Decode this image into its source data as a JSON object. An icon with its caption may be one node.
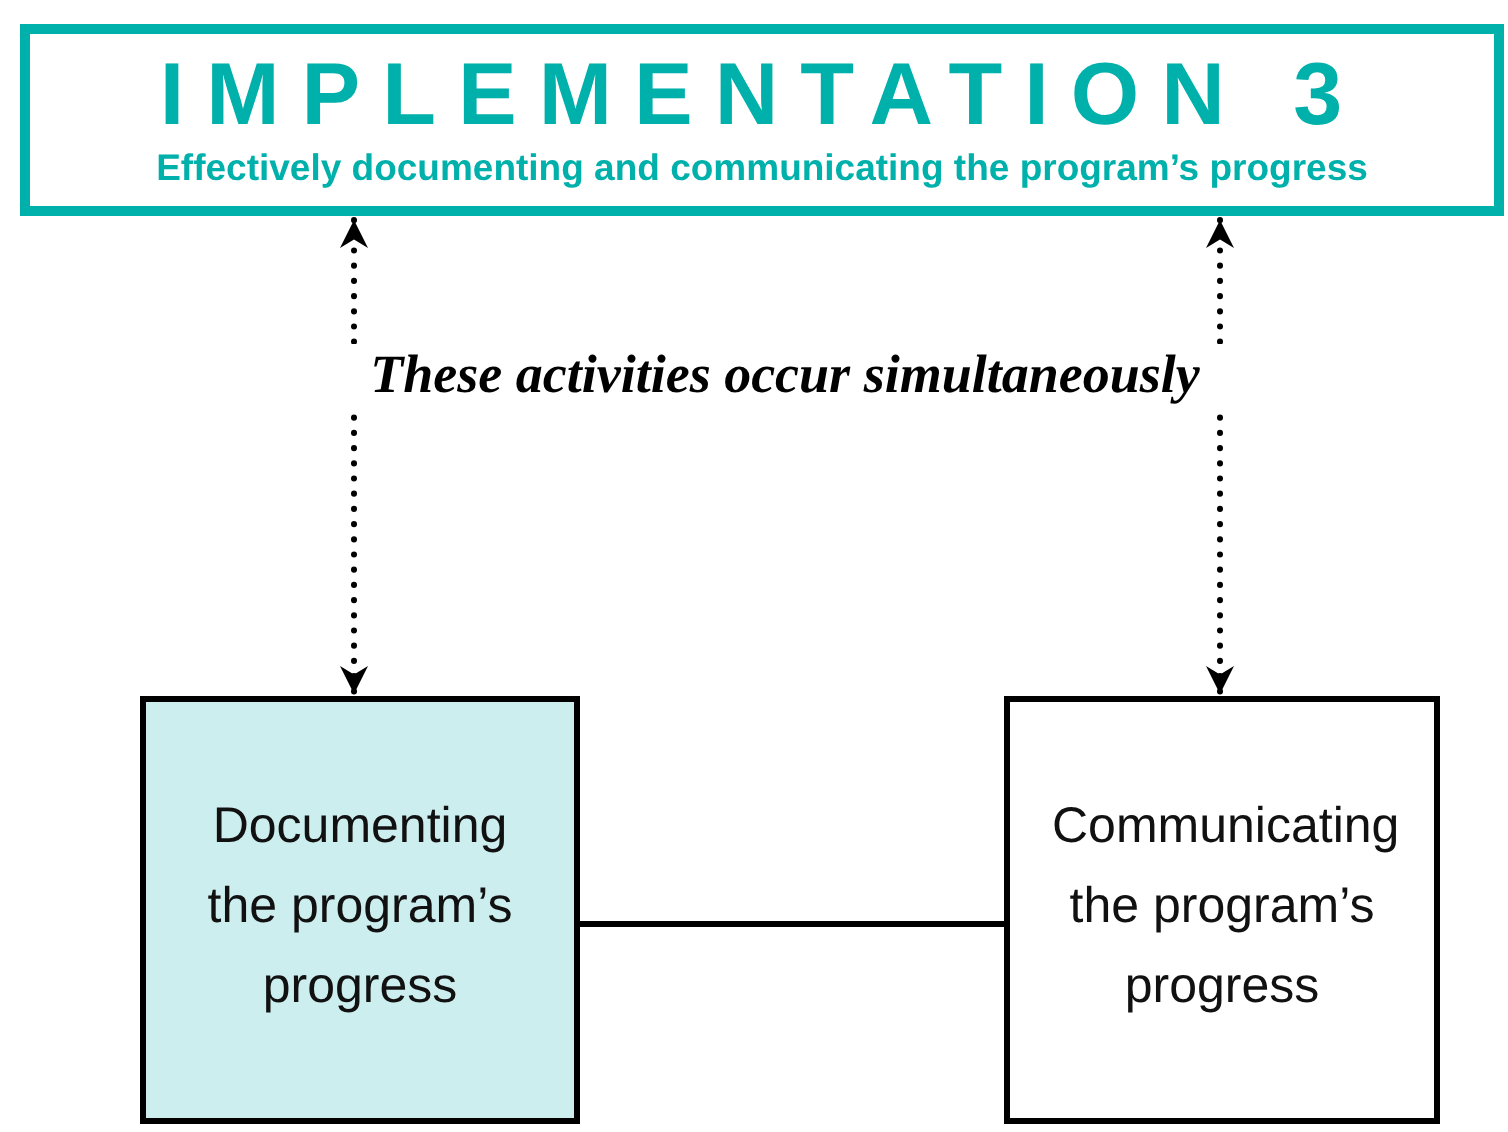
{
  "diagram": {
    "nodes": [
      {
        "text": [
          "IMPLEMENTATION 3",
          "Effectively documenting and communicating the program’s progress"
        ]
      },
      {
        "text": [
          "Documenting the program’s progress"
        ]
      },
      {
        "text": [
          "Communicating the program’s progress"
        ]
      }
    ],
    "edges": [
      {
        "from": 0,
        "to": 1,
        "arrow": "both",
        "style": "dashed"
      },
      {
        "from": 0,
        "to": 2,
        "arrow": "both",
        "style": "dashed"
      },
      {
        "from": 1,
        "to": 2,
        "arrow": "none"
      }
    ],
    "labels": [
      "These activities occur simultaneously"
    ]
  }
}
